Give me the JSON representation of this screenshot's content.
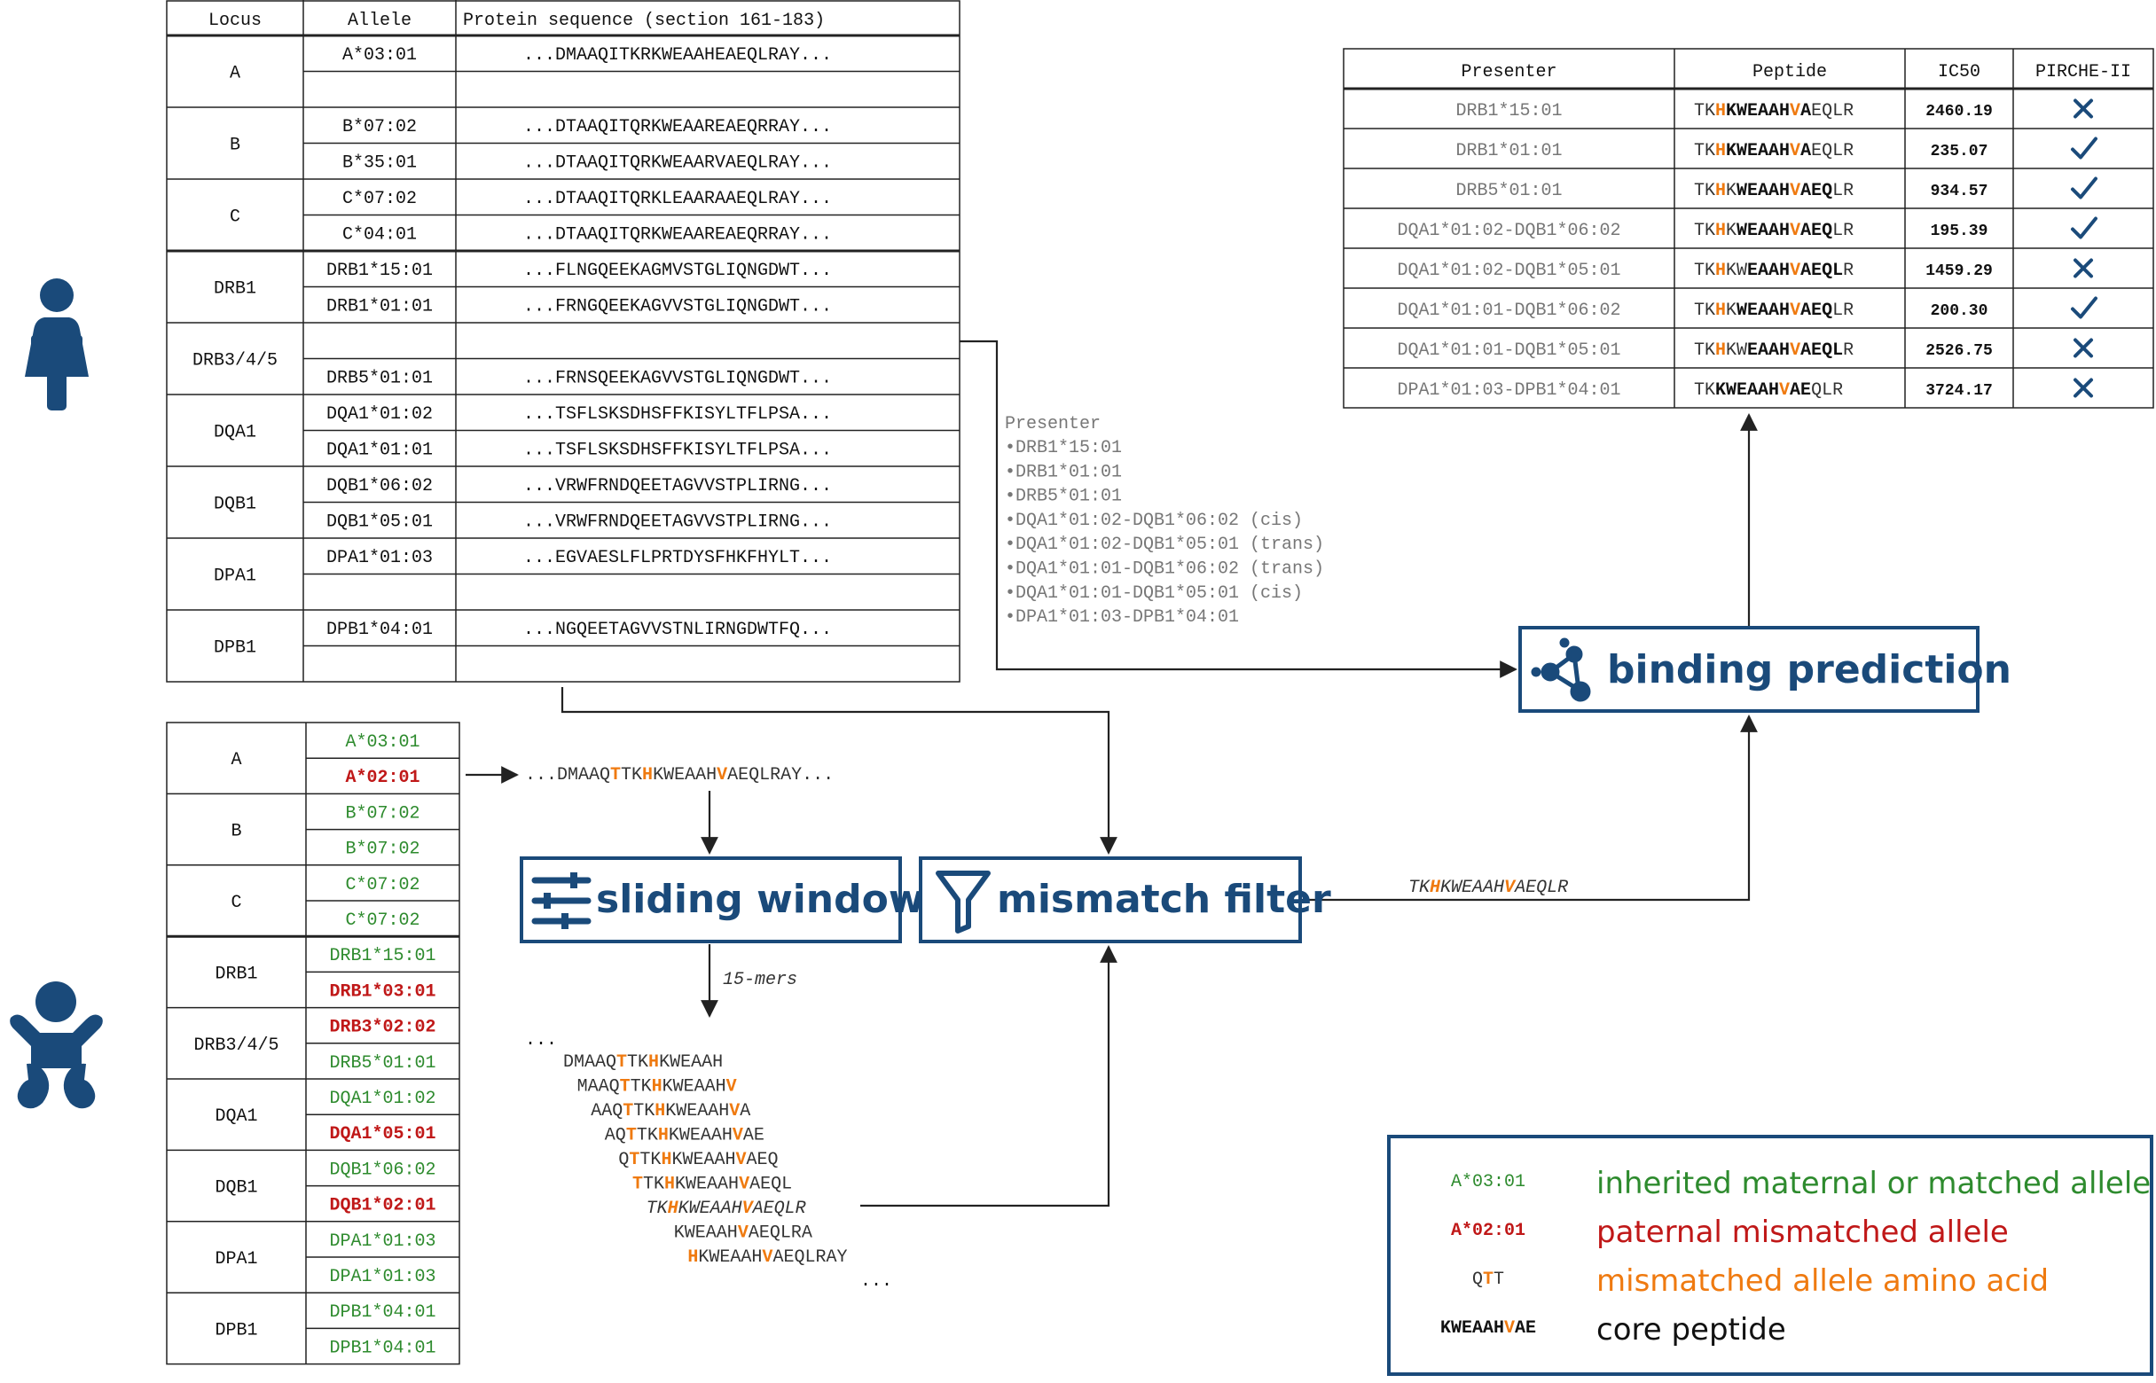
{
  "colors": {
    "navy": "#1a4a7a",
    "green": "#2e8b2e",
    "red": "#c01818",
    "orange": "#ef7a10",
    "gray": "#777777",
    "black": "#111111",
    "line": "#222222"
  },
  "icons": {
    "mother": "mother-figure-icon",
    "child": "child-figure-icon",
    "sliding": "sliders-icon",
    "filter": "funnel-filter-icon",
    "binding": "molecule-network-icon"
  },
  "maternal_table": {
    "headers": [
      "Locus",
      "Allele",
      "Protein sequence (section 161-183)"
    ],
    "rows": [
      {
        "locus": "A",
        "allele": "A*03:01",
        "seq": "...DMAAQITKRKWEAAHEAEQLRAY..."
      },
      {
        "locus": "",
        "allele": "",
        "seq": ""
      },
      {
        "locus": "B",
        "allele": "B*07:02",
        "seq": "...DTAAQITQRKWEAAREAEQRRAY..."
      },
      {
        "locus": "",
        "allele": "B*35:01",
        "seq": "...DTAAQITQRKWEAARVAEQLRAY..."
      },
      {
        "locus": "C",
        "allele": "C*07:02",
        "seq": "...DTAAQITQRKLEAARAAEQLRAY..."
      },
      {
        "locus": "",
        "allele": "C*04:01",
        "seq": "...DTAAQITQRKWEAAREAEQRRAY..."
      },
      {
        "locus": "DRB1",
        "allele": "DRB1*15:01",
        "seq": "...FLNGQEEKAGMVSTGLIQNGDWT..."
      },
      {
        "locus": "",
        "allele": "DRB1*01:01",
        "seq": "...FRNGQEEKAGVVSTGLIQNGDWT..."
      },
      {
        "locus": "DRB3/4/5",
        "allele": "",
        "seq": ""
      },
      {
        "locus": "",
        "allele": "DRB5*01:01",
        "seq": "...FRNSQEEKAGVVSTGLIQNGDWT..."
      },
      {
        "locus": "DQA1",
        "allele": "DQA1*01:02",
        "seq": "...TSFLSKSDHSFFKISYLTFLPSA..."
      },
      {
        "locus": "",
        "allele": "DQA1*01:01",
        "seq": "...TSFLSKSDHSFFKISYLTFLPSA..."
      },
      {
        "locus": "DQB1",
        "allele": "DQB1*06:02",
        "seq": "...VRWFRNDQEETAGVVSTPLIRNG..."
      },
      {
        "locus": "",
        "allele": "DQB1*05:01",
        "seq": "...VRWFRNDQEETAGVVSTPLIRNG..."
      },
      {
        "locus": "DPA1",
        "allele": "DPA1*01:03",
        "seq": "...EGVAESLFLPRTDYSFHKFHYLT..."
      },
      {
        "locus": "",
        "allele": "",
        "seq": ""
      },
      {
        "locus": "DPB1",
        "allele": "DPB1*04:01",
        "seq": "...NGQEETAGVVSTNLIRNGDWTFQ..."
      },
      {
        "locus": "",
        "allele": "",
        "seq": ""
      }
    ]
  },
  "child_table": {
    "rows": [
      {
        "locus": "A",
        "allele": "A*03:01",
        "status": "maternal"
      },
      {
        "locus": "",
        "allele": "A*02:01",
        "status": "mismatch"
      },
      {
        "locus": "B",
        "allele": "B*07:02",
        "status": "maternal"
      },
      {
        "locus": "",
        "allele": "B*07:02",
        "status": "maternal"
      },
      {
        "locus": "C",
        "allele": "C*07:02",
        "status": "maternal"
      },
      {
        "locus": "",
        "allele": "C*07:02",
        "status": "maternal"
      },
      {
        "locus": "DRB1",
        "allele": "DRB1*15:01",
        "status": "maternal"
      },
      {
        "locus": "",
        "allele": "DRB1*03:01",
        "status": "mismatch"
      },
      {
        "locus": "DRB3/4/5",
        "allele": "DRB3*02:02",
        "status": "mismatch"
      },
      {
        "locus": "",
        "allele": "DRB5*01:01",
        "status": "maternal"
      },
      {
        "locus": "DQA1",
        "allele": "DQA1*01:02",
        "status": "maternal"
      },
      {
        "locus": "",
        "allele": "DQA1*05:01",
        "status": "mismatch"
      },
      {
        "locus": "DQB1",
        "allele": "DQB1*06:02",
        "status": "maternal"
      },
      {
        "locus": "",
        "allele": "DQB1*02:01",
        "status": "mismatch"
      },
      {
        "locus": "DPA1",
        "allele": "DPA1*01:03",
        "status": "maternal"
      },
      {
        "locus": "",
        "allele": "DPA1*01:03",
        "status": "maternal"
      },
      {
        "locus": "DPB1",
        "allele": "DPB1*04:01",
        "status": "maternal"
      },
      {
        "locus": "",
        "allele": "DPB1*04:01",
        "status": "maternal"
      }
    ]
  },
  "mismatch_sequence": [
    {
      "t": "...DMAAQ",
      "c": "n"
    },
    {
      "t": "T",
      "c": "o"
    },
    {
      "t": "TK",
      "c": "n"
    },
    {
      "t": "H",
      "c": "o"
    },
    {
      "t": "KWEAAH",
      "c": "n"
    },
    {
      "t": "V",
      "c": "o"
    },
    {
      "t": "AEQLRAY...",
      "c": "n"
    }
  ],
  "presenter_list": {
    "title": "Presenter",
    "items": [
      "•DRB1*15:01",
      "•DRB1*01:01",
      "•DRB5*01:01",
      "•DQA1*01:02-DQB1*06:02 (cis)",
      "•DQA1*01:02-DQB1*05:01 (trans)",
      "•DQA1*01:01-DQB1*06:02 (trans)",
      "•DQA1*01:01-DQB1*05:01 (cis)",
      "•DPA1*01:03-DPB1*04:01"
    ]
  },
  "boxes": {
    "sliding": "sliding window",
    "filter": "mismatch filter",
    "binding": "binding prediction"
  },
  "labels": {
    "fifteen_mers": "15-mers",
    "filtered_peptide": [
      {
        "t": "TK",
        "c": "n"
      },
      {
        "t": "H",
        "c": "o"
      },
      {
        "t": "KWEAAH",
        "c": "n"
      },
      {
        "t": "V",
        "c": "o"
      },
      {
        "t": "AEQLR",
        "c": "n"
      }
    ]
  },
  "mers": {
    "ellipsis_top": "...",
    "ellipsis_bottom": "...",
    "rows": [
      [
        {
          "t": "DMAAQ",
          "c": "n"
        },
        {
          "t": "T",
          "c": "o"
        },
        {
          "t": "TK",
          "c": "n"
        },
        {
          "t": "H",
          "c": "o"
        },
        {
          "t": "KWEAAH",
          "c": "n"
        }
      ],
      [
        {
          "t": "MAAQ",
          "c": "n"
        },
        {
          "t": "T",
          "c": "o"
        },
        {
          "t": "TK",
          "c": "n"
        },
        {
          "t": "H",
          "c": "o"
        },
        {
          "t": "KWEAAH",
          "c": "n"
        },
        {
          "t": "V",
          "c": "o"
        }
      ],
      [
        {
          "t": "AAQ",
          "c": "n"
        },
        {
          "t": "T",
          "c": "o"
        },
        {
          "t": "TK",
          "c": "n"
        },
        {
          "t": "H",
          "c": "o"
        },
        {
          "t": "KWEAAH",
          "c": "n"
        },
        {
          "t": "V",
          "c": "o"
        },
        {
          "t": "A",
          "c": "n"
        }
      ],
      [
        {
          "t": "AQ",
          "c": "n"
        },
        {
          "t": "T",
          "c": "o"
        },
        {
          "t": "TK",
          "c": "n"
        },
        {
          "t": "H",
          "c": "o"
        },
        {
          "t": "KWEAAH",
          "c": "n"
        },
        {
          "t": "V",
          "c": "o"
        },
        {
          "t": "AE",
          "c": "n"
        }
      ],
      [
        {
          "t": "Q",
          "c": "n"
        },
        {
          "t": "T",
          "c": "o"
        },
        {
          "t": "TK",
          "c": "n"
        },
        {
          "t": "H",
          "c": "o"
        },
        {
          "t": "KWEAAH",
          "c": "n"
        },
        {
          "t": "V",
          "c": "o"
        },
        {
          "t": "AEQ",
          "c": "n"
        }
      ],
      [
        {
          "t": "T",
          "c": "o"
        },
        {
          "t": "TK",
          "c": "n"
        },
        {
          "t": "H",
          "c": "o"
        },
        {
          "t": "KWEAAH",
          "c": "n"
        },
        {
          "t": "V",
          "c": "o"
        },
        {
          "t": "AEQL",
          "c": "n"
        }
      ],
      [
        {
          "t": "TK",
          "c": "n"
        },
        {
          "t": "H",
          "c": "o"
        },
        {
          "t": "KWEAAH",
          "c": "n"
        },
        {
          "t": "V",
          "c": "o"
        },
        {
          "t": "AEQLR",
          "c": "n"
        }
      ],
      [
        {
          "t": "KWEAAH",
          "c": "n"
        },
        {
          "t": "V",
          "c": "o"
        },
        {
          "t": "AEQLRA",
          "c": "n"
        }
      ],
      [
        {
          "t": "H",
          "c": "o"
        },
        {
          "t": "KWEAAH",
          "c": "n"
        },
        {
          "t": "V",
          "c": "o"
        },
        {
          "t": "AEQLRAY",
          "c": "n"
        }
      ]
    ]
  },
  "results_table": {
    "headers": [
      "Presenter",
      "Peptide",
      "IC50",
      "PIRCHE-II"
    ],
    "rows": [
      {
        "presenter": "DRB1*15:01",
        "ic50": "2460.19",
        "binder": false,
        "peptide": [
          {
            "t": "TK",
            "c": "n"
          },
          {
            "t": "H",
            "c": "o"
          },
          {
            "t": "KWEAAH",
            "c": "b"
          },
          {
            "t": "V",
            "c": "ob"
          },
          {
            "t": "A",
            "c": "b"
          },
          {
            "t": "EQLR",
            "c": "n"
          }
        ]
      },
      {
        "presenter": "DRB1*01:01",
        "ic50": "235.07",
        "binder": true,
        "peptide": [
          {
            "t": "TK",
            "c": "n"
          },
          {
            "t": "H",
            "c": "o"
          },
          {
            "t": "KWEAAH",
            "c": "b"
          },
          {
            "t": "V",
            "c": "ob"
          },
          {
            "t": "A",
            "c": "b"
          },
          {
            "t": "EQLR",
            "c": "n"
          }
        ]
      },
      {
        "presenter": "DRB5*01:01",
        "ic50": "934.57",
        "binder": true,
        "peptide": [
          {
            "t": "TK",
            "c": "n"
          },
          {
            "t": "H",
            "c": "o"
          },
          {
            "t": "K",
            "c": "n"
          },
          {
            "t": "WEAAH",
            "c": "b"
          },
          {
            "t": "V",
            "c": "ob"
          },
          {
            "t": "AEQ",
            "c": "b"
          },
          {
            "t": "LR",
            "c": "n"
          }
        ]
      },
      {
        "presenter": "DQA1*01:02-DQB1*06:02",
        "ic50": "195.39",
        "binder": true,
        "peptide": [
          {
            "t": "TK",
            "c": "n"
          },
          {
            "t": "H",
            "c": "o"
          },
          {
            "t": "K",
            "c": "n"
          },
          {
            "t": "WEAAH",
            "c": "b"
          },
          {
            "t": "V",
            "c": "ob"
          },
          {
            "t": "AEQ",
            "c": "b"
          },
          {
            "t": "LR",
            "c": "n"
          }
        ]
      },
      {
        "presenter": "DQA1*01:02-DQB1*05:01",
        "ic50": "1459.29",
        "binder": false,
        "peptide": [
          {
            "t": "TK",
            "c": "n"
          },
          {
            "t": "H",
            "c": "o"
          },
          {
            "t": "KW",
            "c": "n"
          },
          {
            "t": "EAAH",
            "c": "b"
          },
          {
            "t": "V",
            "c": "ob"
          },
          {
            "t": "AEQL",
            "c": "b"
          },
          {
            "t": "R",
            "c": "n"
          }
        ]
      },
      {
        "presenter": "DQA1*01:01-DQB1*06:02",
        "ic50": "200.30",
        "binder": true,
        "peptide": [
          {
            "t": "TK",
            "c": "n"
          },
          {
            "t": "H",
            "c": "o"
          },
          {
            "t": "K",
            "c": "n"
          },
          {
            "t": "WEAAH",
            "c": "b"
          },
          {
            "t": "V",
            "c": "ob"
          },
          {
            "t": "AEQ",
            "c": "b"
          },
          {
            "t": "LR",
            "c": "n"
          }
        ]
      },
      {
        "presenter": "DQA1*01:01-DQB1*05:01",
        "ic50": "2526.75",
        "binder": false,
        "peptide": [
          {
            "t": "TK",
            "c": "n"
          },
          {
            "t": "H",
            "c": "o"
          },
          {
            "t": "KW",
            "c": "n"
          },
          {
            "t": "EAAH",
            "c": "b"
          },
          {
            "t": "V",
            "c": "ob"
          },
          {
            "t": "AEQL",
            "c": "b"
          },
          {
            "t": "R",
            "c": "n"
          }
        ]
      },
      {
        "presenter": "DPA1*01:03-DPB1*04:01",
        "ic50": "3724.17",
        "binder": false,
        "peptide": [
          {
            "t": "TK",
            "c": "n"
          },
          {
            "t": "KWEAAH",
            "c": "b"
          },
          {
            "t": "V",
            "c": "ob"
          },
          {
            "t": "AE",
            "c": "b"
          },
          {
            "t": "QLR",
            "c": "n"
          }
        ]
      }
    ]
  },
  "legend": {
    "items": [
      {
        "sample": [
          {
            "t": "A*03:01",
            "c": "g"
          }
        ],
        "text": "inherited maternal or matched allele",
        "color": "#2e8b2e"
      },
      {
        "sample": [
          {
            "t": "A*02:01",
            "c": "rb"
          }
        ],
        "text": "paternal mismatched allele",
        "color": "#c01818"
      },
      {
        "sample": [
          {
            "t": "Q",
            "c": "n"
          },
          {
            "t": "T",
            "c": "o"
          },
          {
            "t": "T",
            "c": "n"
          }
        ],
        "text": "mismatched allele amino acid",
        "color": "#ef7a10"
      },
      {
        "sample": [
          {
            "t": "KWEAAH",
            "c": "b"
          },
          {
            "t": "V",
            "c": "ob"
          },
          {
            "t": "AE",
            "c": "b"
          }
        ],
        "text": "core peptide",
        "color": "#111111"
      }
    ]
  }
}
